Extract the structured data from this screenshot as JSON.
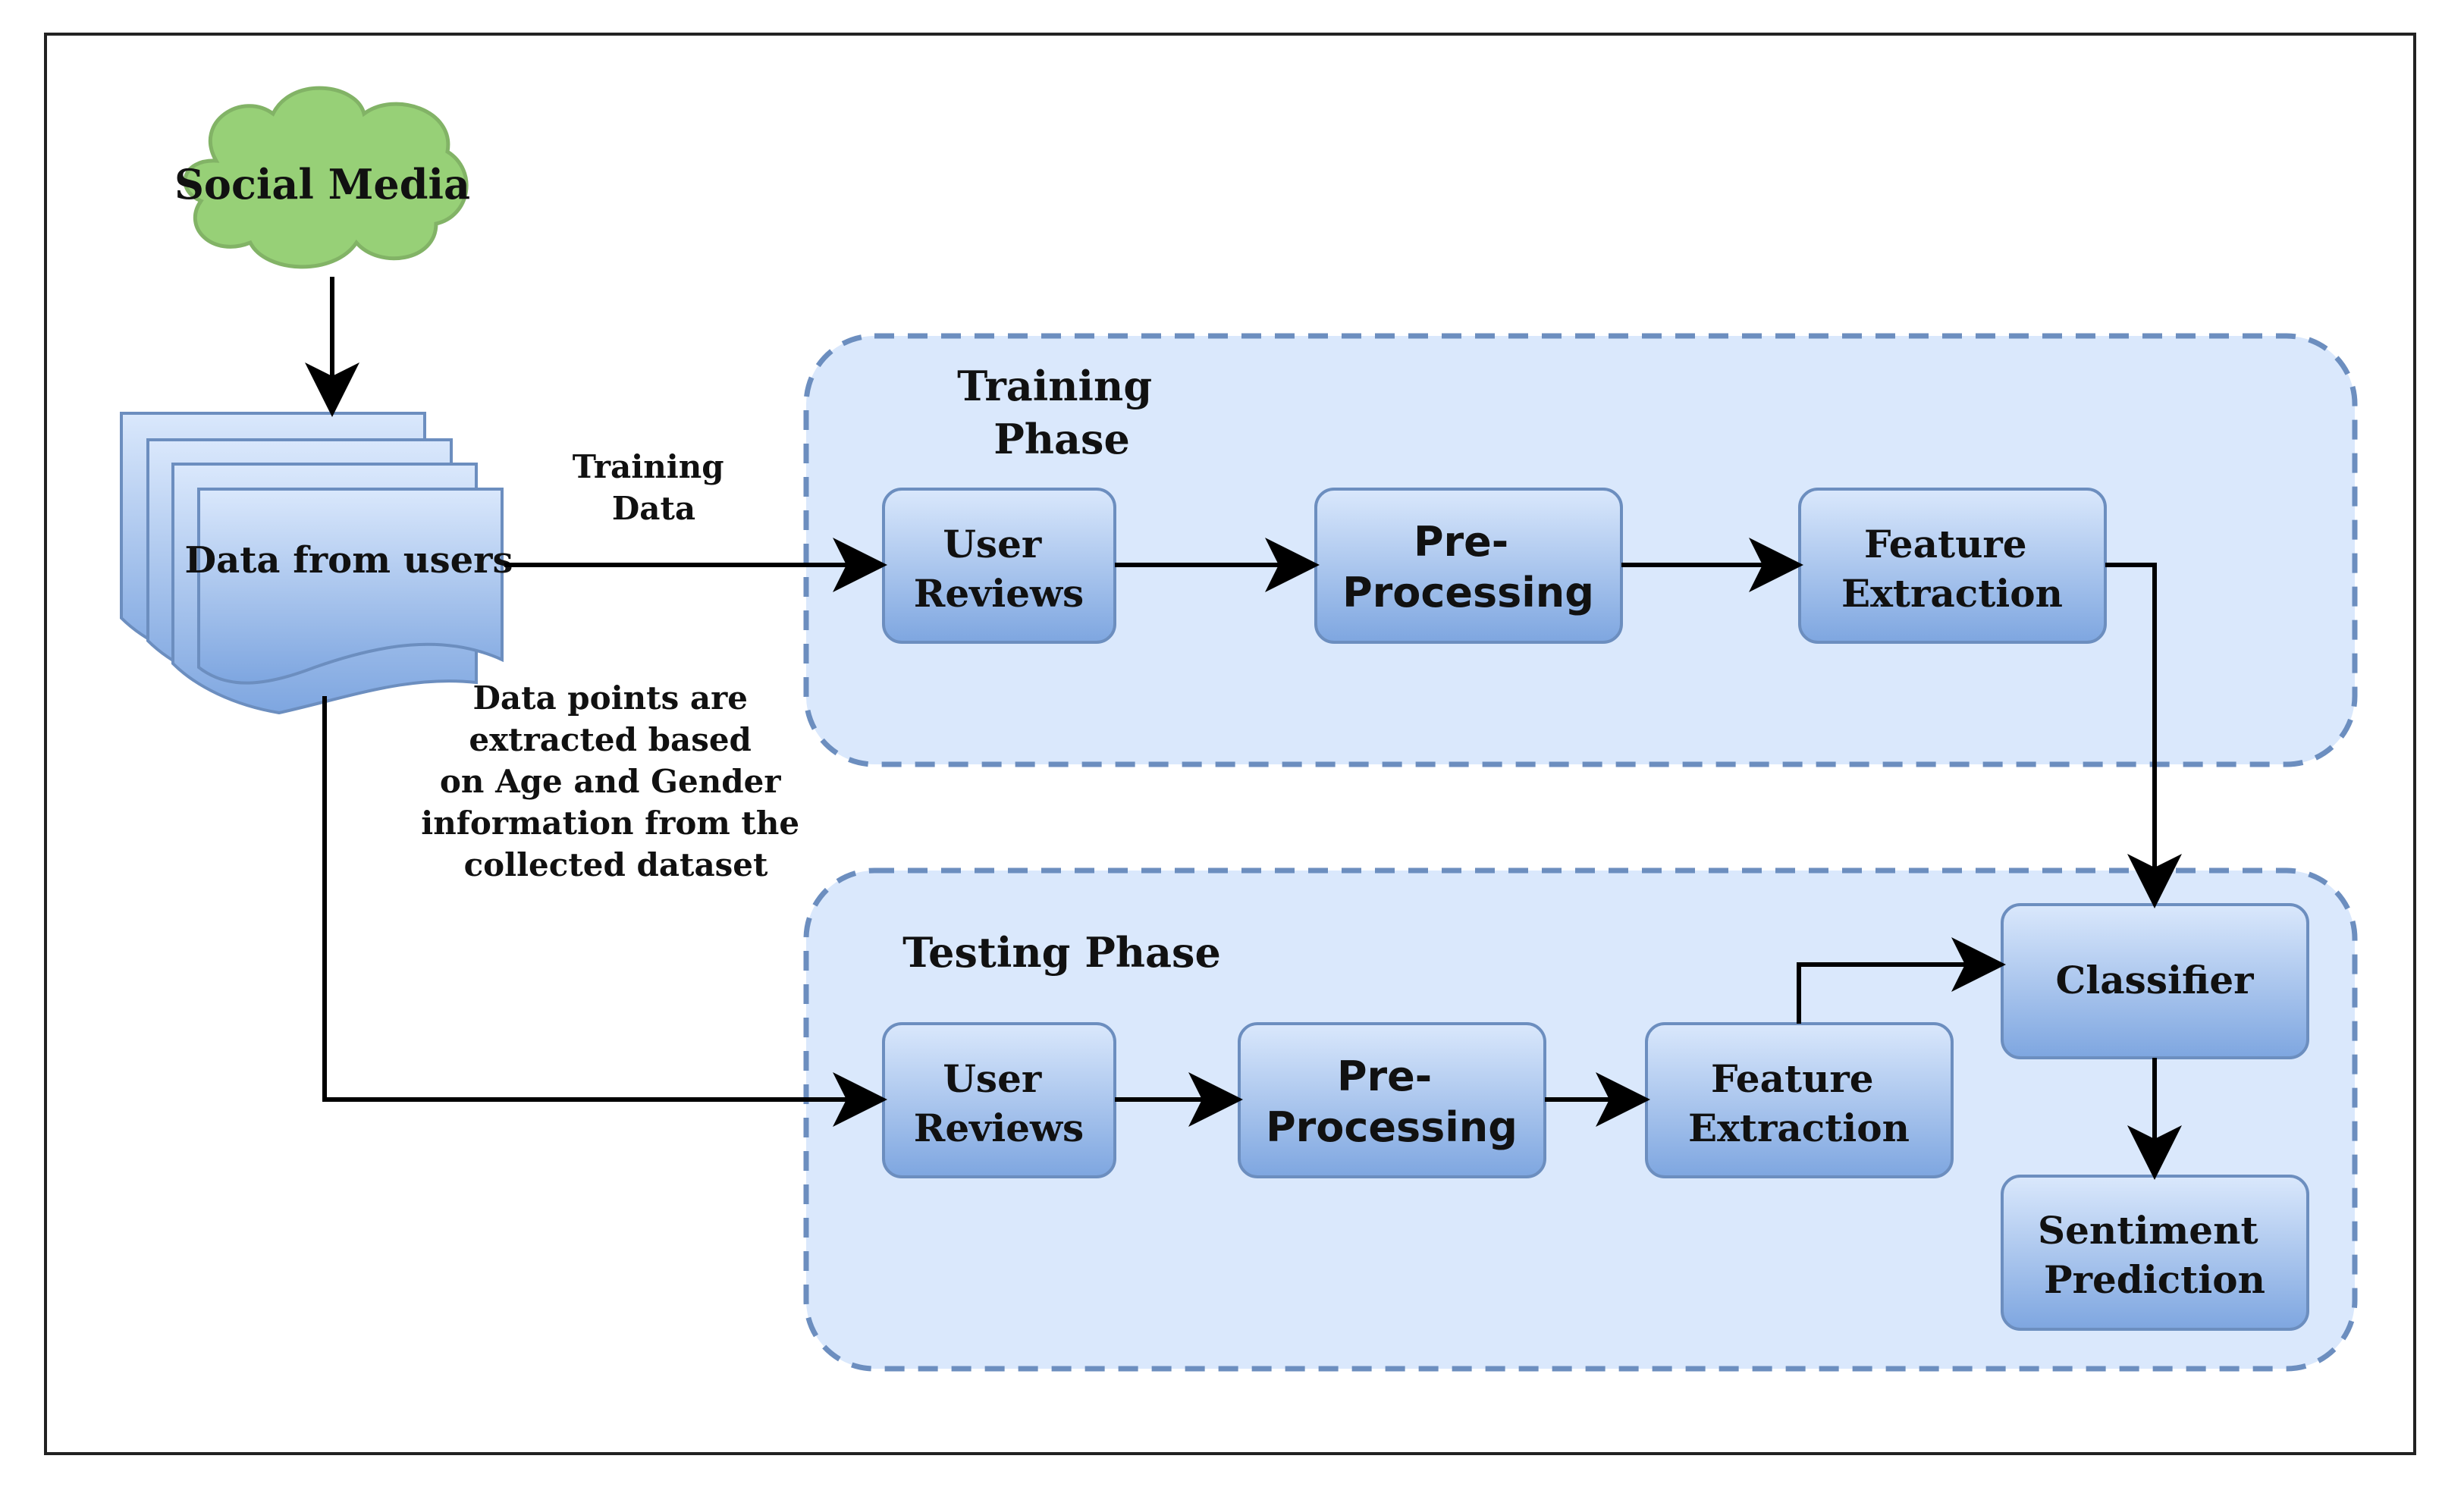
{
  "nodes": {
    "social_media": "Social Media",
    "data_from_users": "Data from users",
    "training_phase": [
      "Training",
      "Phase"
    ],
    "testing_phase": "Testing Phase",
    "train_user_reviews": [
      "User",
      "Reviews"
    ],
    "train_pre_processing": [
      "Pre-",
      "Processing"
    ],
    "train_feature_extraction": [
      "Feature",
      "Extraction"
    ],
    "test_user_reviews": [
      "User",
      "Reviews"
    ],
    "test_pre_processing": [
      "Pre-",
      "Processing"
    ],
    "test_feature_extraction": [
      "Feature",
      "Extraction"
    ],
    "classifier": "Classifier",
    "sentiment_prediction": [
      "Sentiment",
      "Prediction"
    ]
  },
  "edge_labels": {
    "training_data": [
      "Training",
      "Data"
    ],
    "data_points": [
      "Data points are",
      "extracted based",
      "on Age and Gender",
      "information from the",
      "collected dataset"
    ]
  },
  "colors": {
    "phase_fill": "#dae8fc",
    "phase_stroke": "#6c8ebf",
    "box_top": "#dae8fc",
    "box_bottom": "#7ea6e0",
    "cloud_fill": "#97d077",
    "cloud_stroke": "#82b366",
    "arrow": "#000000"
  }
}
